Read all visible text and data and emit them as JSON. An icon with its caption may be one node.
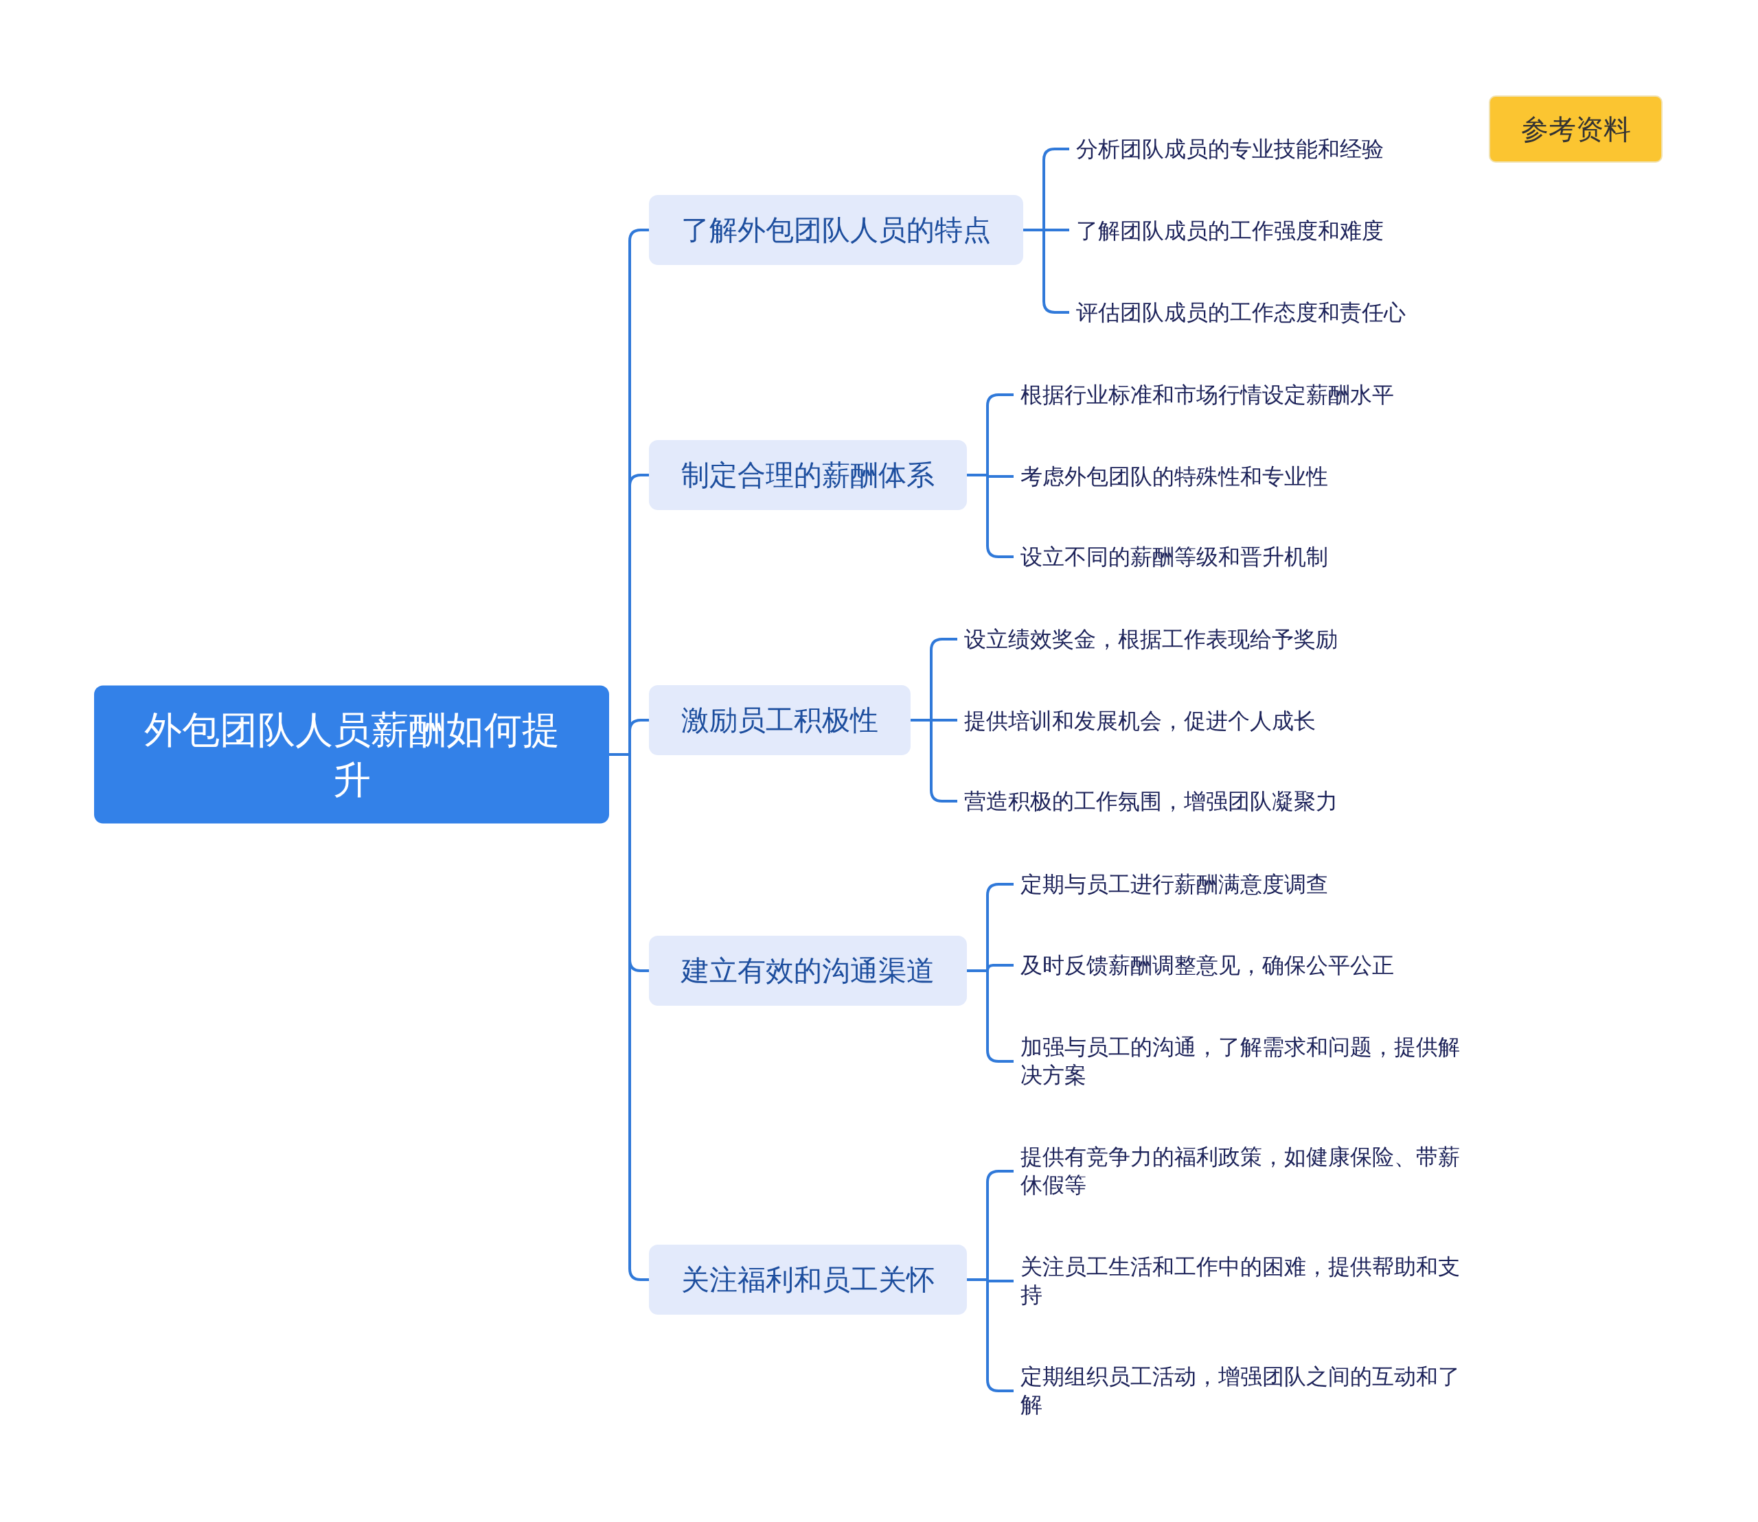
{
  "diagram": {
    "nodes": [
      {
        "text": [
          "外包团队人员薪酬如何提升"
        ]
      },
      {
        "text": [
          "了解外包团队人员的特点"
        ]
      },
      {
        "text": [
          "分析团队成员的专业技能和经验"
        ]
      },
      {
        "text": [
          "了解团队成员的工作强度和难度"
        ]
      },
      {
        "text": [
          "评估团队成员的工作态度和责任心"
        ]
      },
      {
        "text": [
          "制定合理的薪酬体系"
        ]
      },
      {
        "text": [
          "根据行业标准和市场行情设定薪酬水平"
        ]
      },
      {
        "text": [
          "考虑外包团队的特殊性和专业性"
        ]
      },
      {
        "text": [
          "设立不同的薪酬等级和晋升机制"
        ]
      },
      {
        "text": [
          "激励员工积极性"
        ]
      },
      {
        "text": [
          "设立绩效奖金，根据工作表现给予奖励"
        ]
      },
      {
        "text": [
          "提供培训和发展机会，促进个人成长"
        ]
      },
      {
        "text": [
          "营造积极的工作氛围，增强团队凝聚力"
        ]
      },
      {
        "text": [
          "建立有效的沟通渠道"
        ]
      },
      {
        "text": [
          "定期与员工进行薪酬满意度调查"
        ]
      },
      {
        "text": [
          "及时反馈薪酬调整意见，确保公平公正"
        ]
      },
      {
        "text": [
          "加强与员工的沟通，了解需求和问题，提供解决方案"
        ]
      },
      {
        "text": [
          "关注福利和员工关怀"
        ]
      },
      {
        "text": [
          "提供有竞争力的福利政策，如健康保险、带薪休假等"
        ]
      },
      {
        "text": [
          "关注员工生活和工作中的困难，提供帮助和支持"
        ]
      },
      {
        "text": [
          "定期组织员工活动，增强团队之间的互动和了解"
        ]
      },
      {
        "text": [
          "参考资料"
        ]
      }
    ],
    "edges": [
      {
        "from": 0,
        "to": 1,
        "arrow": "none"
      },
      {
        "from": 0,
        "to": 5,
        "arrow": "none"
      },
      {
        "from": 0,
        "to": 9,
        "arrow": "none"
      },
      {
        "from": 0,
        "to": 13,
        "arrow": "none"
      },
      {
        "from": 0,
        "to": 17,
        "arrow": "none"
      },
      {
        "from": 1,
        "to": 2,
        "arrow": "none"
      },
      {
        "from": 1,
        "to": 3,
        "arrow": "none"
      },
      {
        "from": 1,
        "to": 4,
        "arrow": "none"
      },
      {
        "from": 5,
        "to": 6,
        "arrow": "none"
      },
      {
        "from": 5,
        "to": 7,
        "arrow": "none"
      },
      {
        "from": 5,
        "to": 8,
        "arrow": "none"
      },
      {
        "from": 9,
        "to": 10,
        "arrow": "none"
      },
      {
        "from": 9,
        "to": 11,
        "arrow": "none"
      },
      {
        "from": 9,
        "to": 12,
        "arrow": "none"
      },
      {
        "from": 13,
        "to": 14,
        "arrow": "none"
      },
      {
        "from": 13,
        "to": 15,
        "arrow": "none"
      },
      {
        "from": 13,
        "to": 16,
        "arrow": "none"
      },
      {
        "from": 17,
        "to": 18,
        "arrow": "none"
      },
      {
        "from": 17,
        "to": 19,
        "arrow": "none"
      },
      {
        "from": 17,
        "to": 20,
        "arrow": "none"
      }
    ]
  }
}
